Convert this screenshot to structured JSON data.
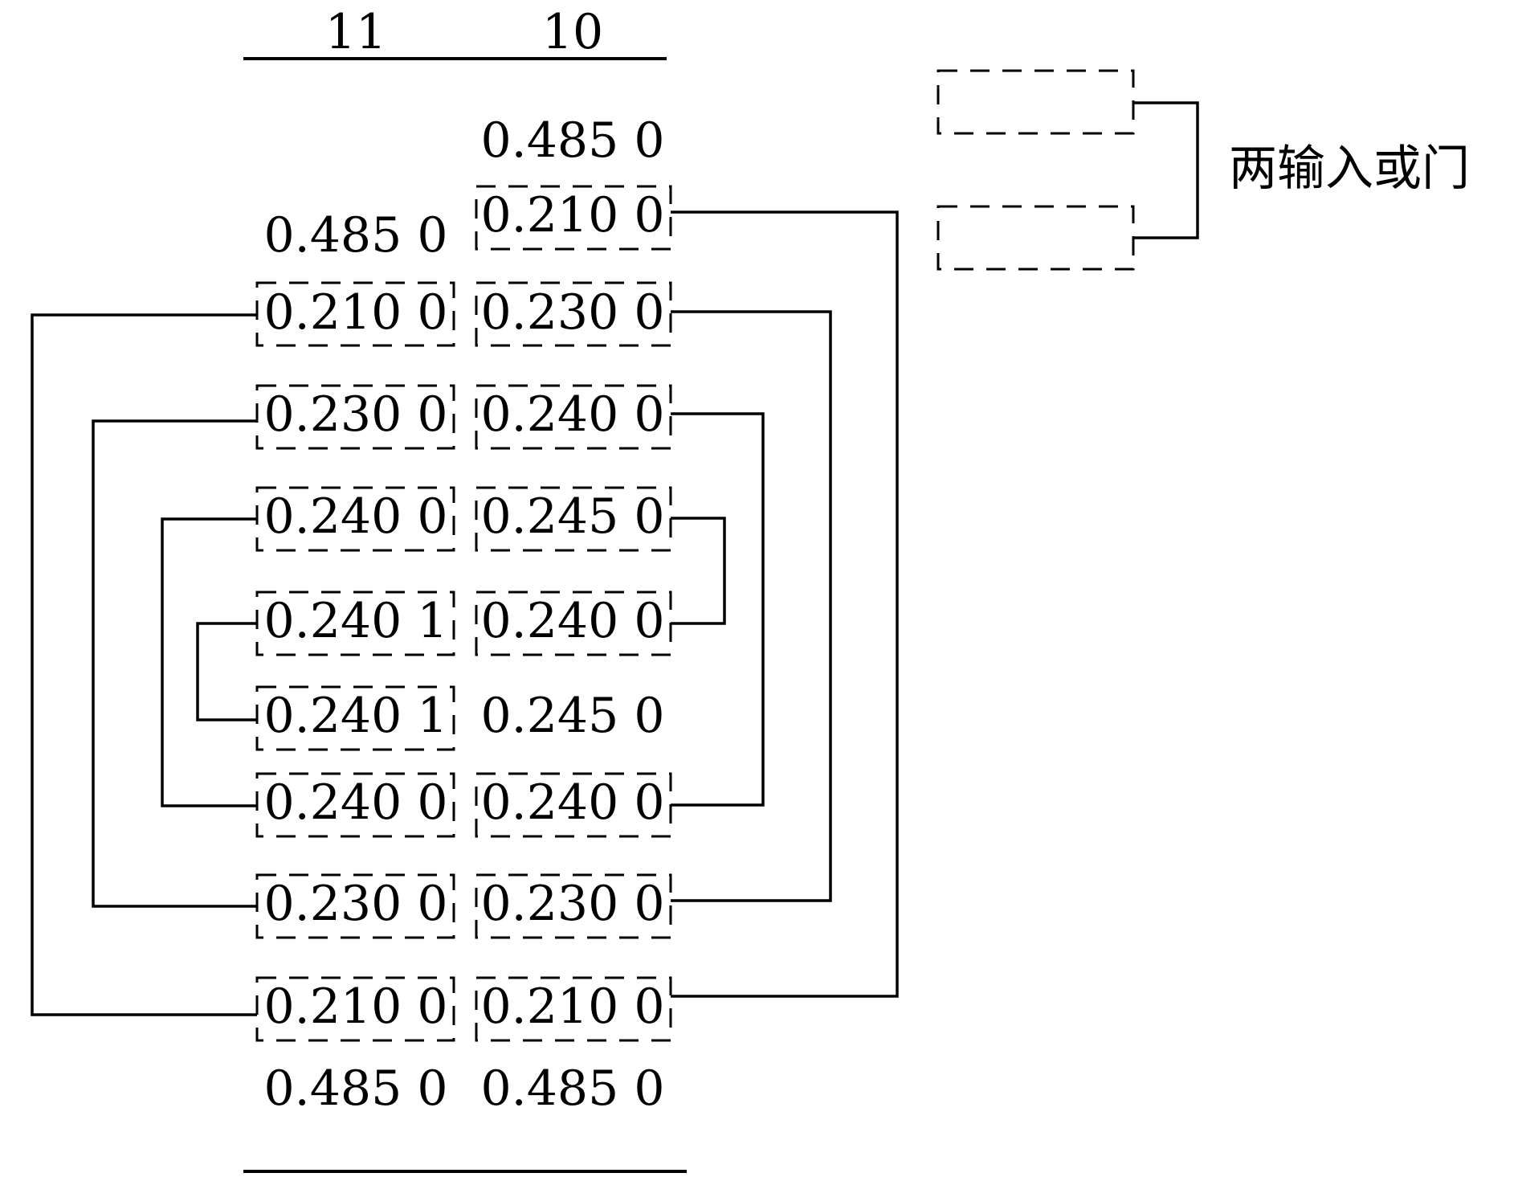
{
  "header": {
    "col_left": "11",
    "col_right": "10"
  },
  "legend": {
    "label": "两输入或门"
  },
  "columns": {
    "left": [
      "0.485 0",
      "0.210 0",
      "0.230 0",
      "0.240 0",
      "0.240 1",
      "0.240 1",
      "0.240 0",
      "0.230 0",
      "0.210 0",
      "0.485 0"
    ],
    "right": [
      "0.485 0",
      "0.210 0",
      "0.230 0",
      "0.240 0",
      "0.245 0",
      "0.240 0",
      "0.245 0",
      "0.240 0",
      "0.230 0",
      "0.210 0",
      "0.485 0"
    ]
  },
  "boxed": {
    "left": [
      false,
      true,
      true,
      true,
      true,
      true,
      true,
      true,
      true,
      false
    ],
    "right": [
      false,
      true,
      true,
      true,
      true,
      true,
      false,
      true,
      true,
      true,
      false
    ]
  },
  "pairs": {
    "left": [
      [
        1,
        8
      ],
      [
        2,
        7
      ],
      [
        3,
        6
      ],
      [
        4,
        5
      ]
    ],
    "right": [
      [
        1,
        9
      ],
      [
        2,
        8
      ],
      [
        3,
        7
      ],
      [
        4,
        5
      ]
    ]
  }
}
